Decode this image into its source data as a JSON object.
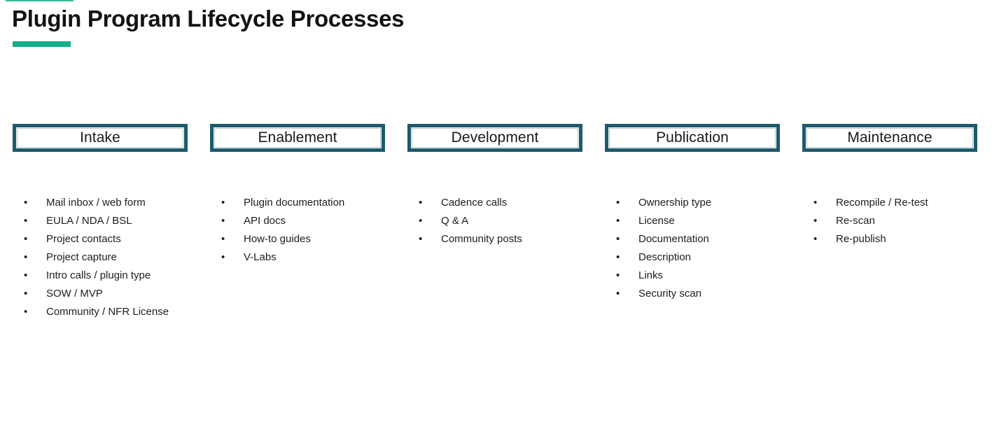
{
  "page": {
    "title": "Plugin Program Lifecycle Processes"
  },
  "colors": {
    "accent_green": "#10ae86",
    "box_border_teal": "#1e5a6b",
    "text": "#1d1d1d"
  },
  "columns": [
    {
      "header": "Intake",
      "items": [
        "Mail inbox / web form",
        "EULA / NDA / BSL",
        "Project contacts",
        "Project capture",
        "Intro calls / plugin type",
        "SOW / MVP",
        "Community / NFR License"
      ]
    },
    {
      "header": "Enablement",
      "items": [
        "Plugin documentation",
        "API docs",
        "How-to guides",
        "V-Labs"
      ]
    },
    {
      "header": "Development",
      "items": [
        "Cadence calls",
        "Q & A",
        "Community posts"
      ]
    },
    {
      "header": "Publication",
      "items": [
        "Ownership type",
        "License",
        "Documentation",
        "Description",
        "Links",
        "Security scan"
      ]
    },
    {
      "header": "Maintenance",
      "items": [
        "Recompile / Re-test",
        "Re-scan",
        "Re-publish"
      ]
    }
  ]
}
